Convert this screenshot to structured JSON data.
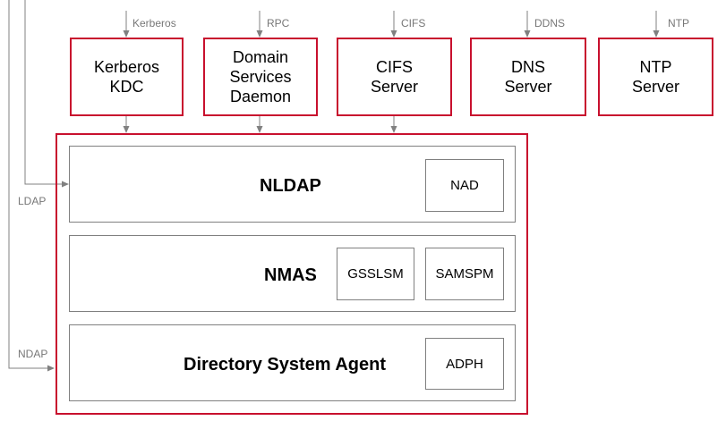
{
  "colors": {
    "accent": "#c8102e",
    "line": "#808080",
    "label": "#777777"
  },
  "protocols": {
    "kerberos": "Kerberos",
    "rpc": "RPC",
    "cifs": "CIFS",
    "ddns": "DDNS",
    "ntp": "NTP",
    "ldap": "LDAP",
    "ndap": "NDAP"
  },
  "services": {
    "kerberos_kdc": "Kerberos\nKDC",
    "domain_services": "Domain\nServices\nDaemon",
    "cifs_server": "CIFS\nServer",
    "dns_server": "DNS\nServer",
    "ntp_server": "NTP\nServer"
  },
  "layers": {
    "nldap": {
      "title": "NLDAP",
      "modules": [
        "NAD"
      ]
    },
    "nmas": {
      "title": "NMAS",
      "modules": [
        "GSSLSM",
        "SAMSPM"
      ]
    },
    "dsa": {
      "title": "Directory System Agent",
      "modules": [
        "ADPH"
      ]
    }
  }
}
